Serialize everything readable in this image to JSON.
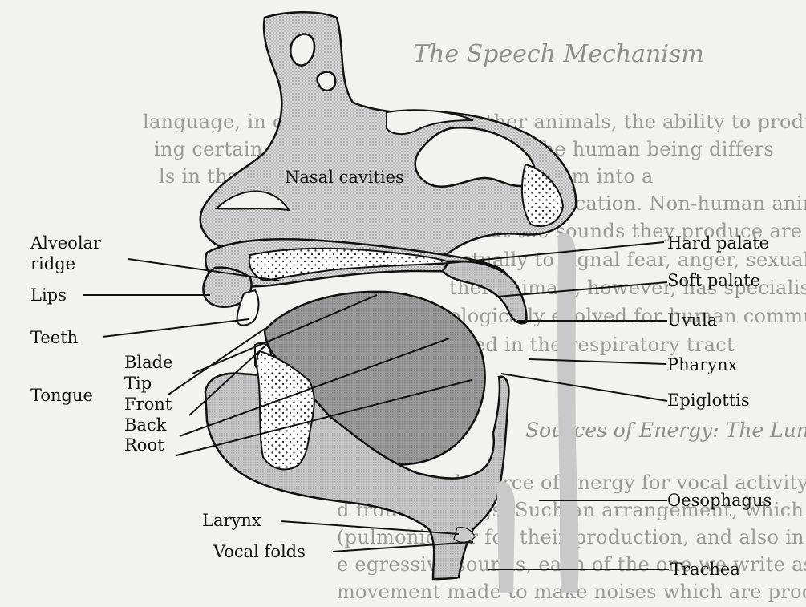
{
  "background_text": {
    "heading": "The Speech Mechanism",
    "lines": [
      "language, in common with many other animals, the ability to produce",
      "ing certain of its bodily mechanisms. The human being differs",
      "ls in that he has developed this mechanism into a",
      "a highly efficient system of communication. Non-human animals",
      "es but the sounds they produce are used mainly to",
      "actually to signal fear, anger, sexual interest and the like. N",
      "ther animals, however, has specialised organs for",
      "ologically evolved for human communication, is",
      "situated in the respiratory tract"
    ],
    "section_heading": "Sources of Energy: The Lungs",
    "lines2": [
      "most usual source of energy for vocal activity is provided by a",
      "d from the lungs. Such an arrangement, which produces sounds ne",
      "(pulmonic) air for their production, and also in English we s",
      "e egressive sounds, each of the one we write as tut-tut and t",
      "movement made to make noises which are produced without the aid"
    ]
  },
  "labels": {
    "nasal_cavities": "Nasal cavities",
    "alveolar_ridge_1": "Alveolar",
    "alveolar_ridge_2": "ridge",
    "lips": "Lips",
    "teeth": "Teeth",
    "tongue": "Tongue",
    "blade": "Blade",
    "tip": "Tip",
    "front": "Front",
    "back": "Back",
    "root": "Root",
    "hard_palate": "Hard palate",
    "soft_palate": "Soft palate",
    "uvula": "Uvula",
    "pharynx": "Pharynx",
    "epiglottis": "Epiglottis",
    "oesophagus": "Oesophagus",
    "larynx": "Larynx",
    "vocal_folds": "Vocal folds",
    "trachea": "Trachea"
  }
}
